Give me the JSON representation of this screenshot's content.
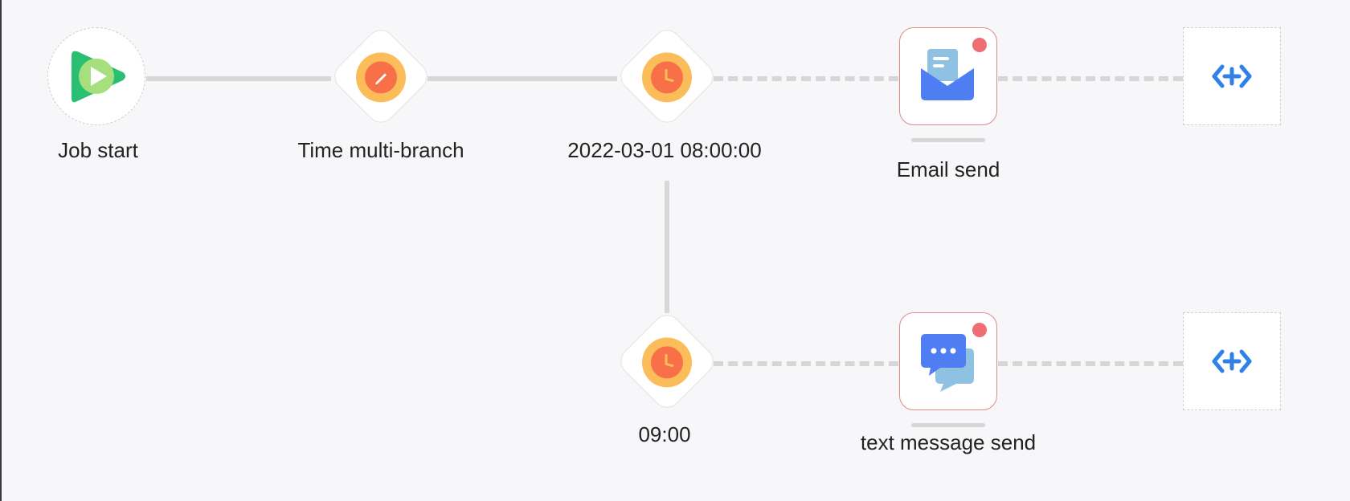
{
  "flow": {
    "start": {
      "label": "Job start",
      "icon": "play-icon"
    },
    "branch": {
      "label": "Time multi-branch",
      "icon": "pencil-icon"
    },
    "time_1": {
      "label": "2022-03-01 08:00:00",
      "icon": "clock-icon"
    },
    "time_2": {
      "label": "09:00",
      "icon": "clock-icon"
    },
    "email": {
      "label": "Email send",
      "icon": "email-icon"
    },
    "sms": {
      "label": "text message send",
      "icon": "chat-icon"
    },
    "add_buttons": [
      {
        "icon": "add-node-icon"
      },
      {
        "icon": "add-node-icon"
      }
    ]
  },
  "colors": {
    "accent_blue": "#2f80e8",
    "clock_outer": "#fbbd59",
    "clock_inner": "#f77048",
    "start_green": "#2bbf72",
    "badge_red": "#ee6e73"
  }
}
